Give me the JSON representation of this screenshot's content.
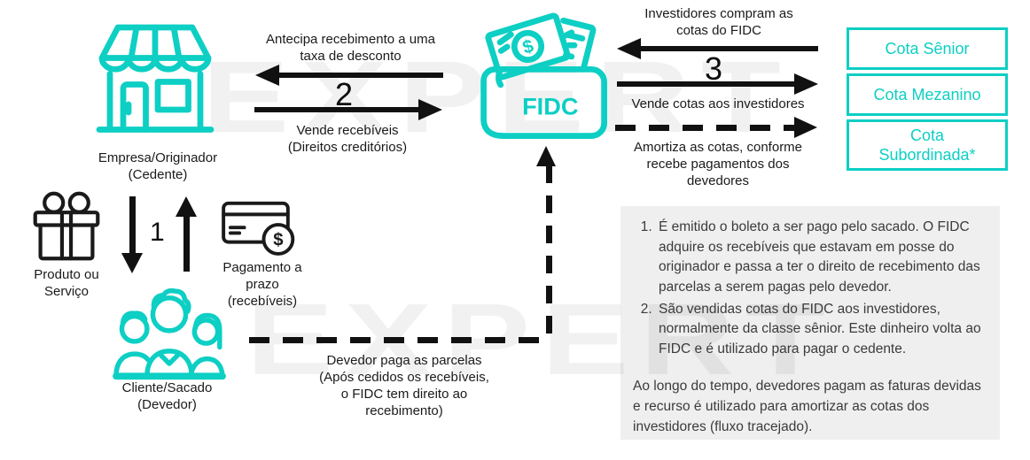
{
  "colors": {
    "accent_teal": "#0DCFC4",
    "arrow_black": "#111111",
    "notes_background": "#EFEFEF"
  },
  "watermark": {
    "text": "EXPERT"
  },
  "icons": {
    "dollar": "$"
  },
  "originator": {
    "label": "Empresa/Originador\n(Cedente)"
  },
  "fidc": {
    "label": "FIDC"
  },
  "flow1": {
    "number": "1",
    "product_label": "Produto ou\nServiço",
    "payment_label": "Pagamento a\nprazo\n(recebíveis)"
  },
  "flow2": {
    "number": "2",
    "top_label": "Antecipa recebimento a uma\ntaxa de desconto",
    "bottom_label": "Vende recebíveis\n(Direitos creditórios)"
  },
  "flow3": {
    "number": "3",
    "top_label": "Investidores compram as\ncotas do FIDC",
    "mid_label": "Vende cotas aos investidores",
    "amortize_label": "Amortiza as cotas, conforme\nrecebe pagamentos dos\ndevedores"
  },
  "quotas": [
    {
      "label": "Cota Sênior"
    },
    {
      "label": "Cota Mezanino"
    },
    {
      "label": "Cota Subordinada*"
    }
  ],
  "debtor": {
    "label": "Cliente/Sacado\n(Devedor)"
  },
  "dashed_flow": {
    "label": "Devedor paga as parcelas\n(Após cedidos os recebíveis,\no FIDC tem direito ao\nrecebimento)"
  },
  "notes": {
    "items": [
      "É emitido o boleto a ser pago pelo sacado. O FIDC adquire os recebíveis que estavam em posse do originador e passa a ter o direito de recebimento das parcelas a serem pagas pelo devedor.",
      "São vendidas cotas do FIDC aos investidores, normalmente da classe sênior. Este dinheiro volta ao FIDC e é utilizado para pagar o cedente."
    ],
    "footer": "Ao longo do tempo, devedores pagam as faturas devidas e recurso é utilizado para amortizar as cotas dos investidores (fluxo tracejado)."
  }
}
